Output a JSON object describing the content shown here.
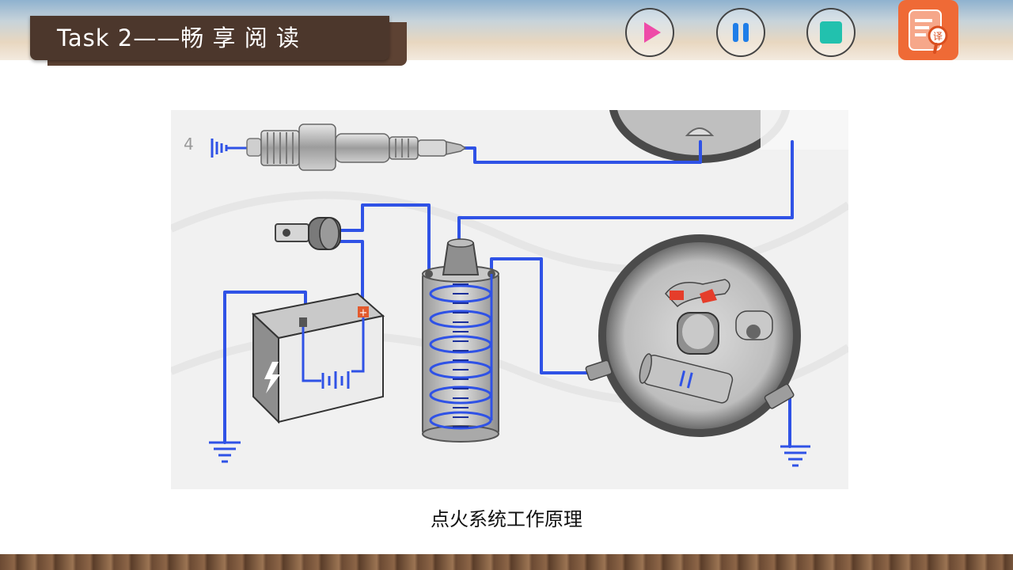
{
  "header": {
    "title": "Task 2——畅 享 阅 读"
  },
  "controls": {
    "play_icon": "play-icon",
    "pause_icon": "pause-icon",
    "stop_icon": "stop-icon",
    "translate_icon": "translate-icon",
    "translate_char": "译"
  },
  "diagram": {
    "step_number": "4",
    "battery_plus": "+"
  },
  "caption": "点火系统工作原理",
  "colors": {
    "wire": "#2f52e6",
    "play": "#ee4aa8",
    "pause": "#1f7de8",
    "stop": "#22c1ae",
    "translate_bg": "#ef6a36"
  }
}
